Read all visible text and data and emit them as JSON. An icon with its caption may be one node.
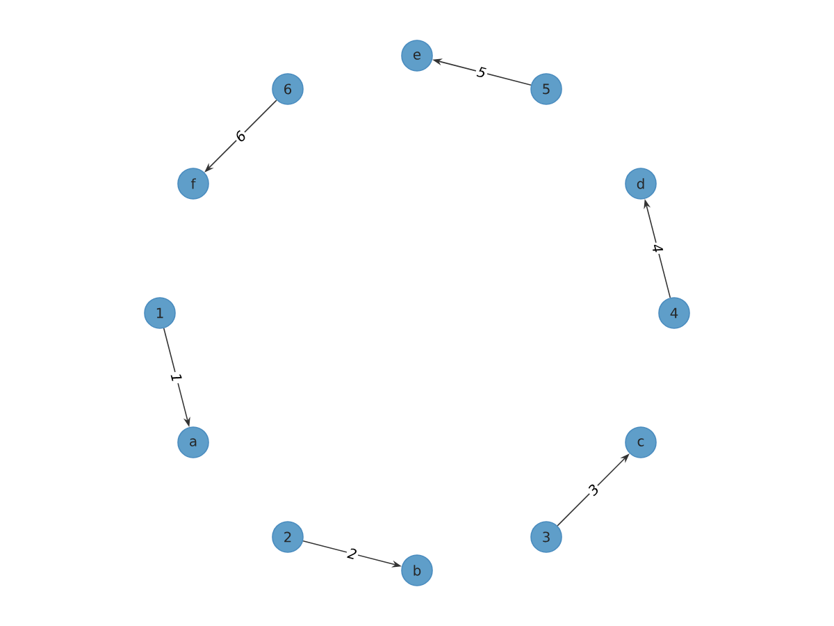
{
  "diagram": {
    "nodes": [
      {
        "text": [
          "1"
        ]
      },
      {
        "text": [
          "a"
        ]
      },
      {
        "text": [
          "2"
        ]
      },
      {
        "text": [
          "b"
        ]
      },
      {
        "text": [
          "3"
        ]
      },
      {
        "text": [
          "c"
        ]
      },
      {
        "text": [
          "4"
        ]
      },
      {
        "text": [
          "d"
        ]
      },
      {
        "text": [
          "5"
        ]
      },
      {
        "text": [
          "e"
        ]
      },
      {
        "text": [
          "6"
        ]
      },
      {
        "text": [
          "f"
        ]
      }
    ],
    "edges": [
      {
        "from": 0,
        "to": 1,
        "arrow": "to",
        "label": "1"
      },
      {
        "from": 2,
        "to": 3,
        "arrow": "to",
        "label": "2"
      },
      {
        "from": 4,
        "to": 5,
        "arrow": "to",
        "label": "3"
      },
      {
        "from": 6,
        "to": 7,
        "arrow": "to",
        "label": "4"
      },
      {
        "from": 8,
        "to": 9,
        "arrow": "to",
        "label": "5"
      },
      {
        "from": 10,
        "to": 11,
        "arrow": "to",
        "label": "6"
      }
    ]
  }
}
